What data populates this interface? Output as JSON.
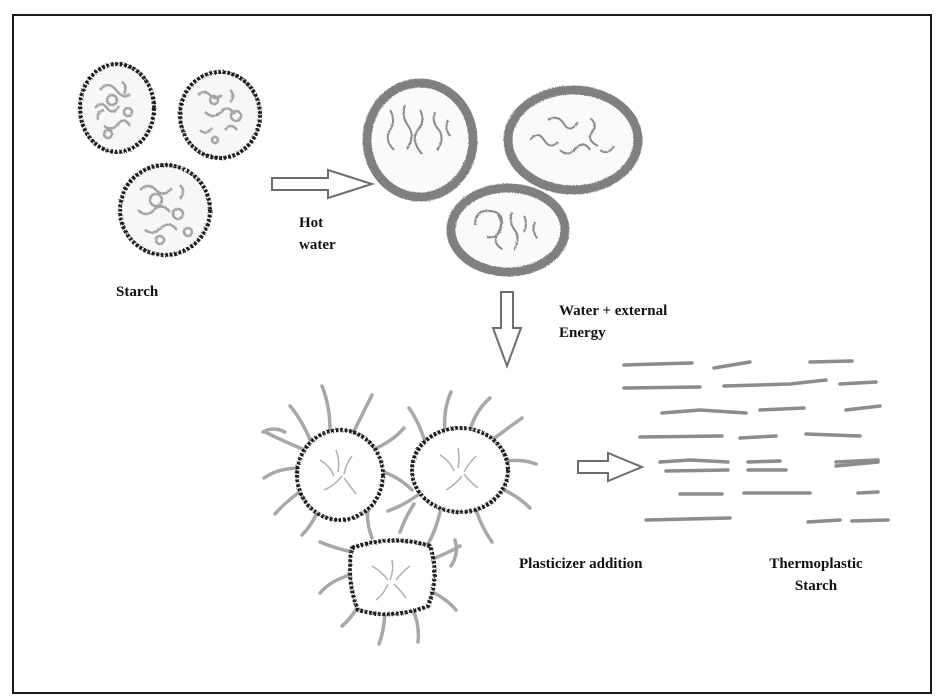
{
  "labels": {
    "starch": "Starch",
    "hot_water": [
      "Hot",
      "water"
    ],
    "water_energy": [
      "Water + external",
      "Energy"
    ],
    "plasticizer": "Plasticizer addition",
    "thermoplastic": [
      "Thermoplastic",
      "Starch"
    ]
  },
  "colors": {
    "outline_dark": "#1f1f1f",
    "chain_gray": "#9a9a9a",
    "ring_gray": "#7f7f7f",
    "arrow_gray": "#6e6e6e"
  }
}
